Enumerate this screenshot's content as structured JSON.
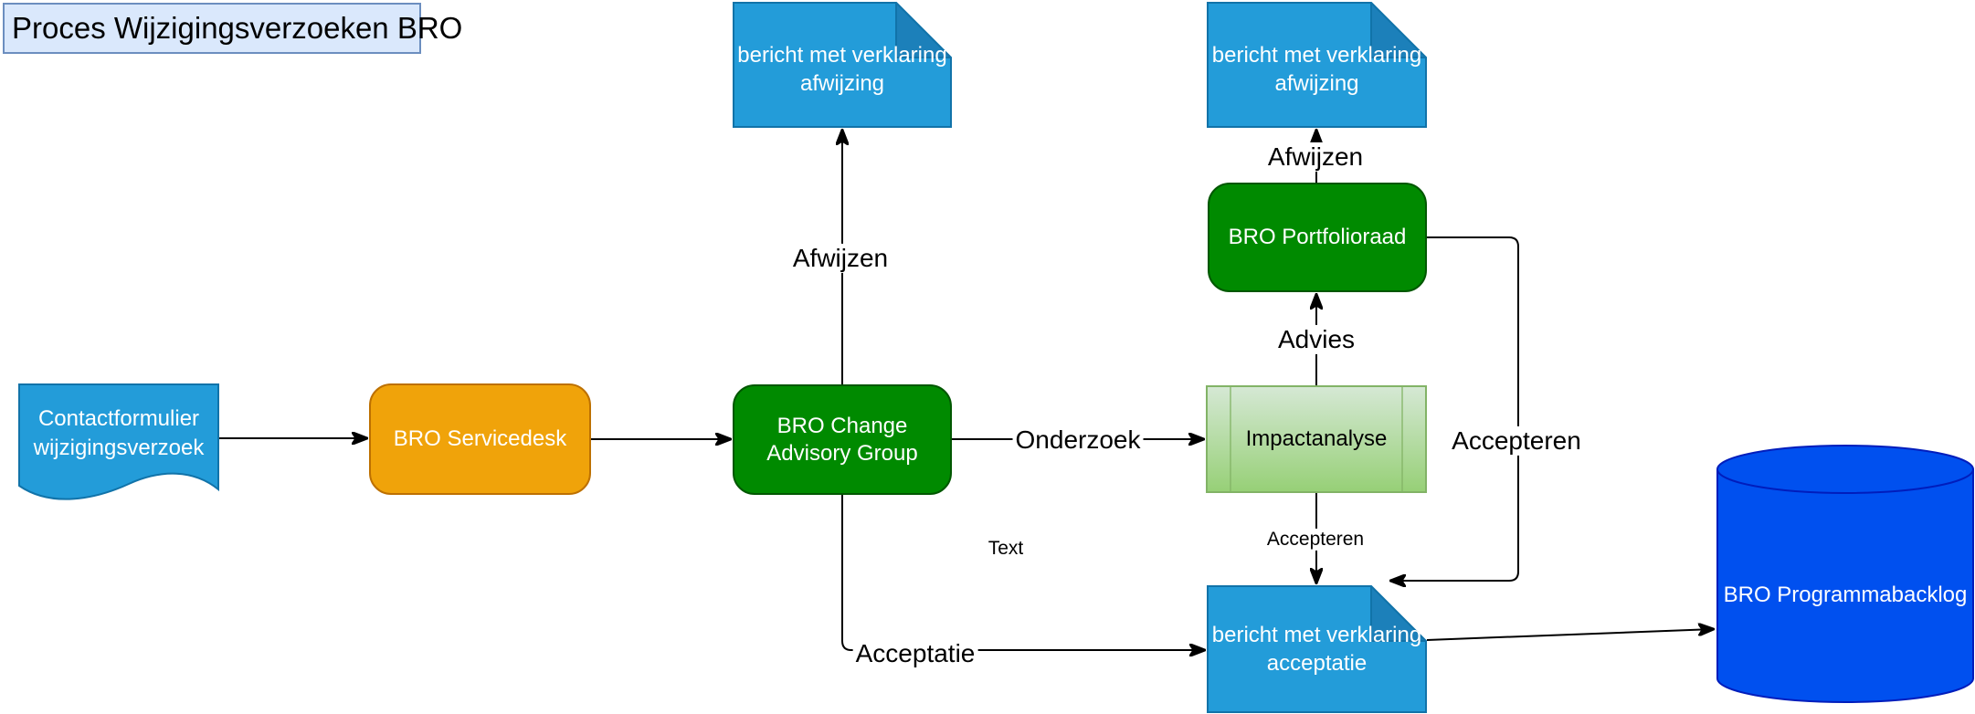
{
  "title": {
    "label": "Proces Wijzigingsverzoeken BRO"
  },
  "nodes": {
    "contactformulier": "Contactformulier wijzigingsverzoek",
    "servicedesk": "BRO Servicedesk",
    "change_advisory_group": "BRO Change Advisory Group",
    "bericht_afwijzing_cag": "bericht met verklaring afwijzing",
    "bericht_afwijzing_portfolioraad": "bericht met verklaring afwijzing",
    "portfolioraad": "BRO Portfolioraad",
    "impactanalyse": "Impactanalyse",
    "bericht_acceptatie": "bericht met verklaring acceptatie",
    "programmabacklog": "BRO Programmabacklog"
  },
  "edge_labels": {
    "afwijzen_cag": "Afwijzen",
    "onderzoek": "Onderzoek",
    "advies": "Advies",
    "afwijzen_portfolioraad": "Afwijzen",
    "accepteren_portfolioraad": "Accepteren",
    "accepteren_impactanalyse": "Accepteren",
    "acceptatie": "Acceptatie",
    "floating_text": "Text"
  },
  "colors": {
    "title_fill": "#DAE8FC",
    "title_stroke": "#6C8EBF",
    "note_fill": "#239CD9",
    "note_fold": "#1C80BA",
    "note_stroke": "#1173A9",
    "green_fill": "#008A00",
    "green_stroke": "#005700",
    "orange_fill": "#F0A30A",
    "orange_stroke": "#BD7000",
    "process_fill_top": "#D5E8D4",
    "process_fill_bottom": "#97D077",
    "process_stroke": "#82B366",
    "db_fill": "#0050EF",
    "db_stroke": "#001DBC",
    "connector": "#000000"
  }
}
